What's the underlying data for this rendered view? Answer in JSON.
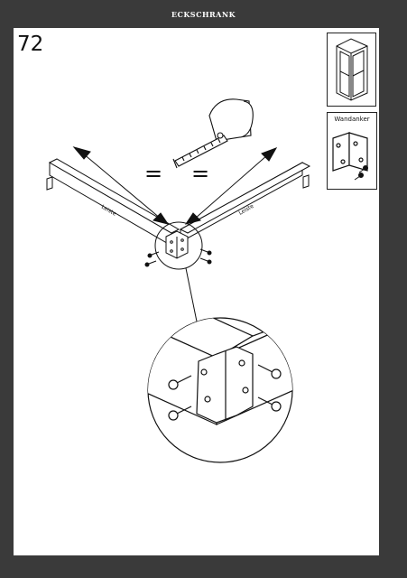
{
  "header": {
    "title": "ECKSCHRANK"
  },
  "step": {
    "number": "72"
  },
  "parts_box": {
    "anchor_label": "Wandanker"
  },
  "diagram": {
    "rail_left_label": "Leiste",
    "rail_right_label": "Leiste",
    "equal_sign": "="
  },
  "icons": [
    "corner-cabinet-icon",
    "wall-anchor-bracket-icon",
    "screw-icon",
    "tape-measure-icon"
  ],
  "colors": {
    "background": "#3a3a3a",
    "sheet": "#ffffff",
    "ink": "#111111"
  }
}
